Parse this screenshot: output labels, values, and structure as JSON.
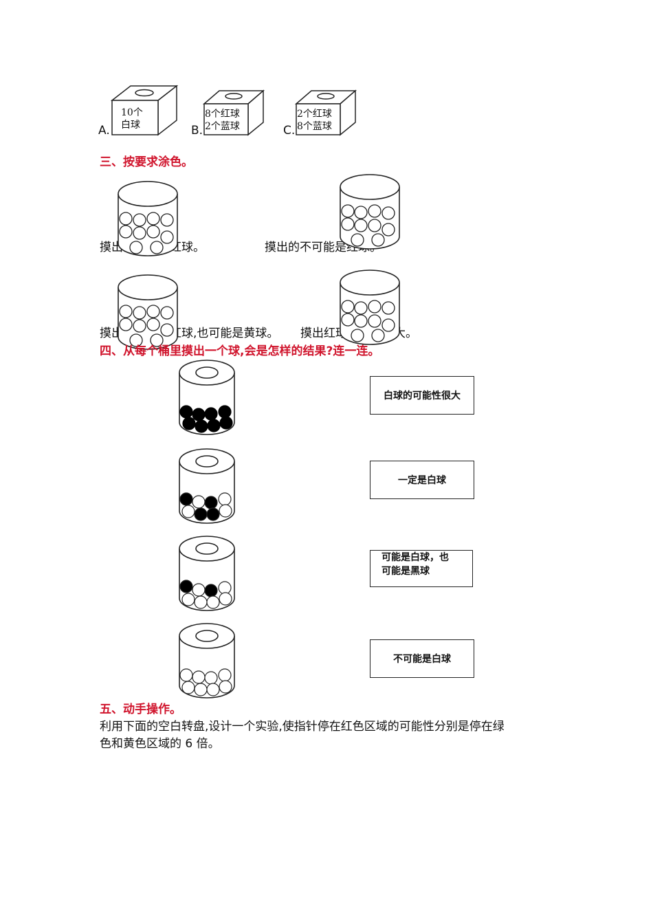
{
  "section2_options": [
    {
      "letter": "A.",
      "box_lines": [
        "10个",
        "白球"
      ]
    },
    {
      "letter": "B.",
      "box_lines": [
        "8个红球",
        "2个蓝球"
      ]
    },
    {
      "letter": "C.",
      "box_lines": [
        "2个红球",
        "8个蓝球"
      ]
    }
  ],
  "section3": {
    "heading": "三、按要求涂色。",
    "row1_left": "摸出的一定是红球。",
    "row1_right": "摸出的不可能是红球。",
    "row2_left": "摸出的可能是红球,也可能是黄球。",
    "row2_right": "摸出红球的可能性大。"
  },
  "section4": {
    "heading": "四、从每个桶里摸出一个球,会是怎样的结果?连一连。",
    "answers": [
      "白球的可能性很大",
      "一定是白球",
      "可能是白球，也",
      "可能是黑球",
      "不可能是白球"
    ]
  },
  "section5": {
    "heading": "五、动手操作。",
    "line1": "利用下面的空白转盘,设计一个实验,使指针停在红色区域的可能性分别是停在绿",
    "line2": "色和黄色区域的 6 倍。"
  },
  "colors": {
    "heading_red": "#d0142c",
    "ball_black": "#000000",
    "ball_white": "#ffffff"
  }
}
